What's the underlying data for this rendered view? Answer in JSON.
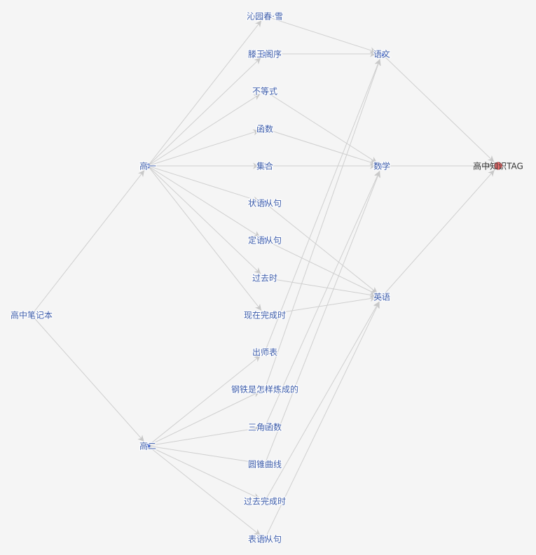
{
  "nodes": [
    {
      "id": "chunqinyuan",
      "label": "沁园春·雪",
      "type": "article"
    },
    {
      "id": "tengwang",
      "label": "滕王阁序",
      "type": "article"
    },
    {
      "id": "budengshi",
      "label": "不等式",
      "type": "article"
    },
    {
      "id": "hanshu",
      "label": "函数",
      "type": "article"
    },
    {
      "id": "jihe",
      "label": "集合",
      "type": "article"
    },
    {
      "id": "zhuangyu",
      "label": "状语从句",
      "type": "article"
    },
    {
      "id": "dingyu",
      "label": "定语从句",
      "type": "article"
    },
    {
      "id": "guoqushi",
      "label": "过去时",
      "type": "article"
    },
    {
      "id": "xianzai",
      "label": "现在完成时",
      "type": "article"
    },
    {
      "id": "chushibiao",
      "label": "出师表",
      "type": "article"
    },
    {
      "id": "gangtie",
      "label": "钢铁是怎样炼成的",
      "type": "article"
    },
    {
      "id": "sanjiao",
      "label": "三角函数",
      "type": "article"
    },
    {
      "id": "yuanzhui",
      "label": "圆锥曲线",
      "type": "article"
    },
    {
      "id": "guoquwancheng",
      "label": "过去完成时",
      "type": "article"
    },
    {
      "id": "biaoyu",
      "label": "表语从句",
      "type": "article"
    },
    {
      "id": "yuwen",
      "label": "语文",
      "type": "subject"
    },
    {
      "id": "shuxue",
      "label": "数学",
      "type": "subject"
    },
    {
      "id": "yingyu",
      "label": "英语",
      "type": "subject"
    },
    {
      "id": "gaoyi",
      "label": "高一",
      "type": "grade"
    },
    {
      "id": "gaoer",
      "label": "高二",
      "type": "grade"
    },
    {
      "id": "notebook",
      "label": "高中笔记本",
      "type": "notebook"
    },
    {
      "id": "tag",
      "label": "高中知识TAG",
      "type": "root"
    }
  ],
  "edges": [
    [
      "notebook",
      "gaoyi"
    ],
    [
      "notebook",
      "gaoer"
    ],
    [
      "gaoyi",
      "chunqinyuan"
    ],
    [
      "gaoyi",
      "tengwang"
    ],
    [
      "gaoyi",
      "budengshi"
    ],
    [
      "gaoyi",
      "hanshu"
    ],
    [
      "gaoyi",
      "jihe"
    ],
    [
      "gaoyi",
      "zhuangyu"
    ],
    [
      "gaoyi",
      "dingyu"
    ],
    [
      "gaoyi",
      "guoqushi"
    ],
    [
      "gaoyi",
      "xianzai"
    ],
    [
      "gaoer",
      "chushibiao"
    ],
    [
      "gaoer",
      "gangtie"
    ],
    [
      "gaoer",
      "sanjiao"
    ],
    [
      "gaoer",
      "yuanzhui"
    ],
    [
      "gaoer",
      "guoquwancheng"
    ],
    [
      "gaoer",
      "biaoyu"
    ],
    [
      "chunqinyuan",
      "yuwen"
    ],
    [
      "tengwang",
      "yuwen"
    ],
    [
      "chushibiao",
      "yuwen"
    ],
    [
      "gangtie",
      "yuwen"
    ],
    [
      "budengshi",
      "shuxue"
    ],
    [
      "hanshu",
      "shuxue"
    ],
    [
      "jihe",
      "shuxue"
    ],
    [
      "sanjiao",
      "shuxue"
    ],
    [
      "yuanzhui",
      "shuxue"
    ],
    [
      "zhuangyu",
      "yingyu"
    ],
    [
      "dingyu",
      "yingyu"
    ],
    [
      "guoqushi",
      "yingyu"
    ],
    [
      "xianzai",
      "yingyu"
    ],
    [
      "guoquwancheng",
      "yingyu"
    ],
    [
      "biaoyu",
      "yingyu"
    ],
    [
      "yuwen",
      "tag"
    ],
    [
      "shuxue",
      "tag"
    ],
    [
      "yingyu",
      "tag"
    ]
  ],
  "colors": {
    "edge": "#cfcfcf",
    "node": "#5b7bd5",
    "label": "#3b5ba9",
    "root": "#e06a6a"
  }
}
